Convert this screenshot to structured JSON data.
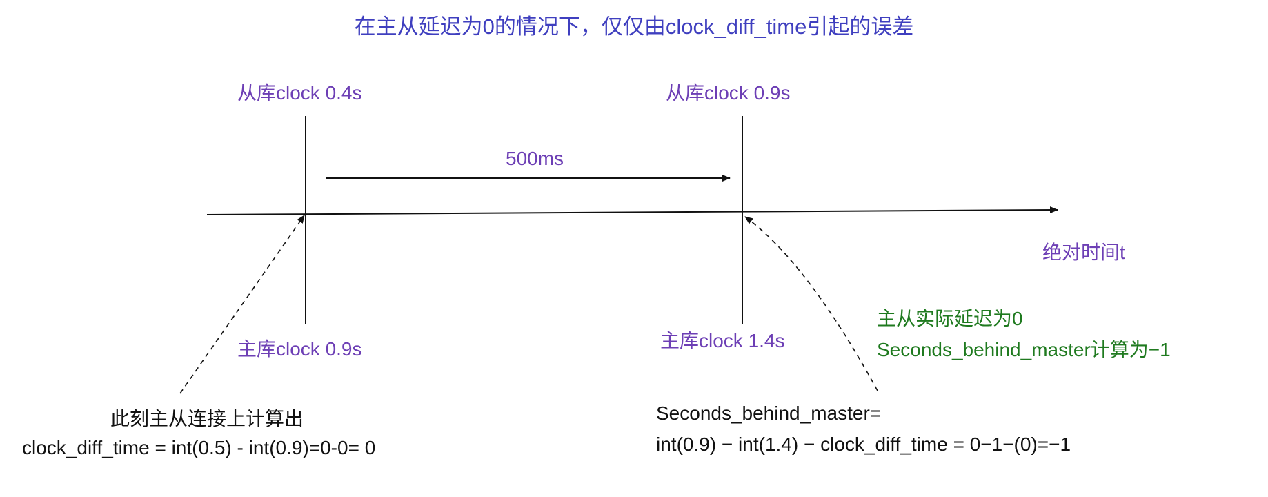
{
  "title": "在主从延迟为0的情况下，仅仅由clock_diff_time引起的误差",
  "labels": {
    "slave_clock_left": "从库clock 0.4s",
    "slave_clock_right": "从库clock 0.9s",
    "interval": "500ms",
    "axis": "绝对时间t",
    "master_clock_left": "主库clock 0.9s",
    "master_clock_right": "主库clock 1.4s"
  },
  "note_green": {
    "line1": "主从实际延迟为0",
    "line2": "Seconds_behind_master计算为−1"
  },
  "note_left": {
    "line1": "此刻主从连接上计算出",
    "line2": "clock_diff_time = int(0.5) - int(0.9)=0-0= 0"
  },
  "note_right": {
    "line1": "Seconds_behind_master=",
    "line2": "int(0.9) − int(1.4) − clock_diff_time = 0−1−(0)=−1"
  },
  "colors": {
    "title": "#3f3fbf",
    "purple": "#6d3fb5",
    "green": "#1f7a1f",
    "line": "#111111"
  }
}
